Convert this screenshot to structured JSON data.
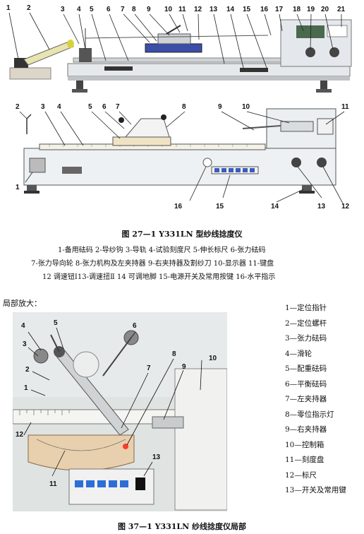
{
  "fig1": {
    "top_numbers": [
      "1",
      "2",
      "3",
      "4",
      "5",
      "6",
      "7",
      "8",
      "9",
      "10",
      "11",
      "12",
      "13",
      "14",
      "15",
      "16",
      "17",
      "18",
      "19",
      "20",
      "21"
    ],
    "side_numbers": [
      "1",
      "2",
      "3",
      "4",
      "5",
      "6",
      "7",
      "8",
      "9",
      "10",
      "11",
      "12",
      "13",
      "14",
      "15",
      "16"
    ],
    "caption": "图 27—1   Y331LN 型纱线捻度仪",
    "legend_lines": [
      "1-备用砝码  2-导纱钩  3-导轨  4-试验刻度尺  5-伸长标尺  6-张力砝码",
      "7-张力导向轮  8-张力机构及左夹持器  9-右夹持器及割纱刀  10-显示器  11-键盘",
      "12 调速钮Ⅰ13-调速扭Ⅱ  14 可调地脚  15-电源开关及常用按键  16-水平指示"
    ]
  },
  "section_label": "局部放大：",
  "fig2": {
    "numbers": [
      "1",
      "2",
      "3",
      "4",
      "5",
      "6",
      "7",
      "8",
      "9",
      "10",
      "11",
      "12",
      "13"
    ],
    "legend": [
      "1—定位指针",
      "2—定位螺杆",
      "3—张力砝码",
      "4—滑轮",
      "5—配重砝码",
      "6—平衡砝码",
      "7—左夹持器",
      "8—零位指示灯",
      "9—右夹持器",
      "10—控制箱",
      "11—刻度盘",
      "12—标尺",
      "13—开关及常用键"
    ],
    "caption": "图 37—1   Y331LN 纱线捻度仪局部"
  }
}
